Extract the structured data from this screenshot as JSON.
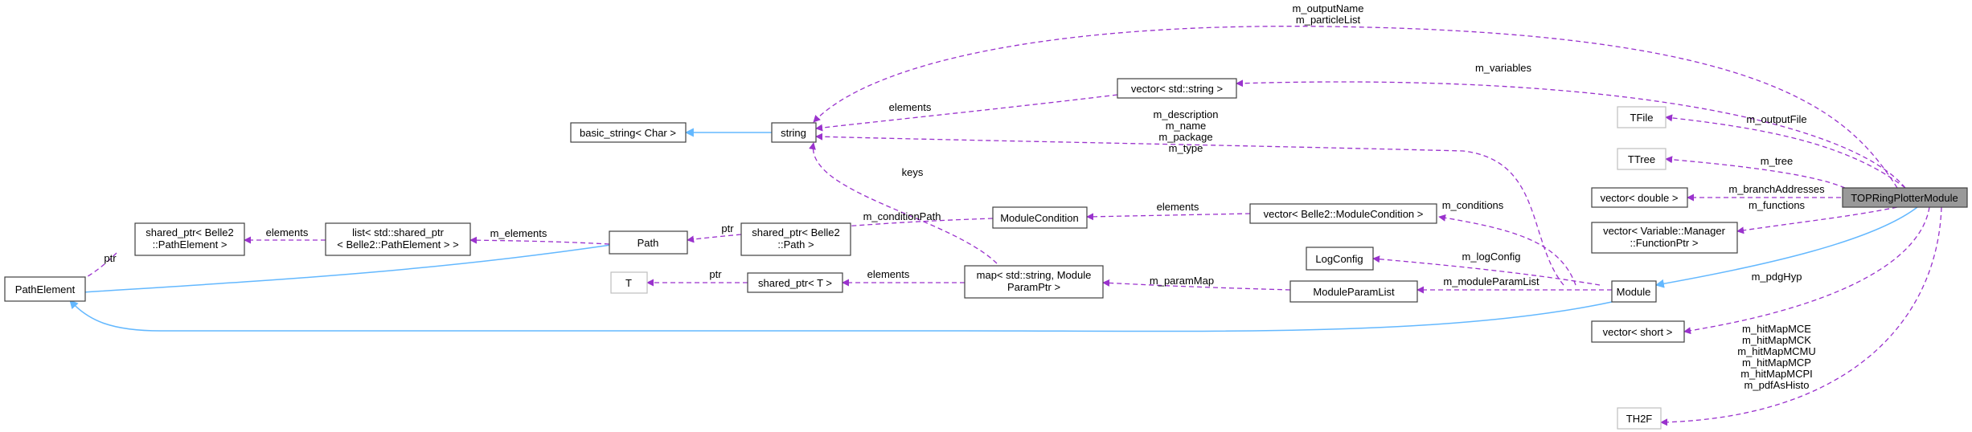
{
  "nodes": {
    "top": "TOPRingPlotterModule",
    "module": "Module",
    "string": "string",
    "basic_string": "basic_string< Char >",
    "vector_string": "vector< std::string >",
    "tfile": "TFile",
    "ttree": "TTree",
    "vector_double": "vector< double >",
    "vector_functions": [
      "vector< Variable::Manager",
      "::FunctionPtr >"
    ],
    "vector_short": "vector< short >",
    "th2f": "TH2F",
    "vector_modcond": "vector< Belle2::ModuleCondition >",
    "module_condition": "ModuleCondition",
    "log_config": "LogConfig",
    "module_param_list": "ModuleParamList",
    "map_params": [
      "map< std::string, Module",
      "ParamPtr >"
    ],
    "shared_ptr_path": [
      "shared_ptr< Belle2",
      "::Path >"
    ],
    "shared_ptr_t": "shared_ptr< T >",
    "t": "T",
    "path": "Path",
    "list_pathelement": [
      "list< std::shared_ptr",
      "< Belle2::PathElement > >"
    ],
    "shared_ptr_pathelement": [
      "shared_ptr< Belle2",
      "::PathElement >"
    ],
    "path_element": "PathElement"
  },
  "edge_labels": {
    "output_name": [
      "m_outputName",
      "m_particleList"
    ],
    "variables": "m_variables",
    "elements_vs": "elements",
    "module_strings": [
      "m_description",
      "m_name",
      "m_package",
      "m_type"
    ],
    "keys": "keys",
    "output_file": "m_outputFile",
    "tree": "m_tree",
    "branch_addresses": "m_branchAddresses",
    "functions": "m_functions",
    "pdg_hyp": "m_pdgHyp",
    "hit_maps": [
      "m_hitMapMCE",
      "m_hitMapMCK",
      "m_hitMapMCMU",
      "m_hitMapMCP",
      "m_hitMapMCPI",
      "m_pdfAsHisto"
    ],
    "conditions": "m_conditions",
    "elements_mc": "elements",
    "condition_path": "m_conditionPath",
    "ptr_path": "ptr",
    "log_config": "m_logConfig",
    "module_param_list": "m_moduleParamList",
    "param_map": "m_paramMap",
    "elements_map": "elements",
    "ptr_t": "ptr",
    "path_elements": "m_elements",
    "elements_list": "elements",
    "ptr_pe": "ptr"
  }
}
